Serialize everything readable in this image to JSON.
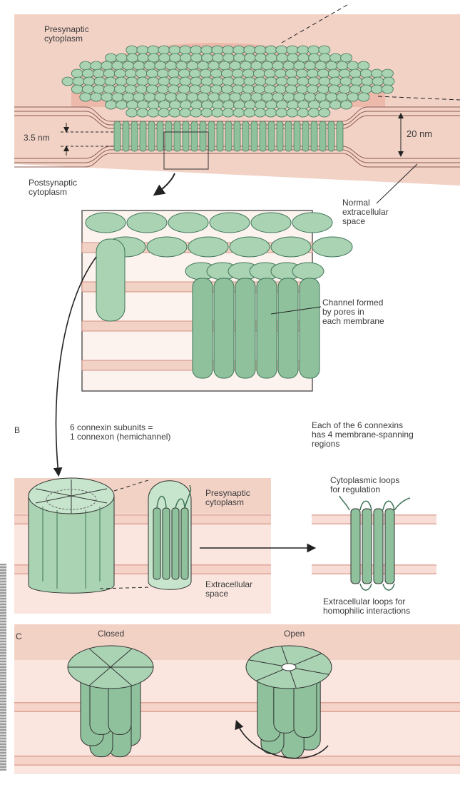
{
  "colors": {
    "pink": "#f3d2c6",
    "pink_dark": "#e7a898",
    "membrane_line": "#c97f72",
    "green": "#a9d3b3",
    "green_mid": "#8ec19c",
    "green_dark": "#3f7458",
    "outline": "#333333"
  },
  "panel_a": {
    "presynaptic_label": "Presynaptic\ncytoplasm",
    "postsynaptic_label": "Postsynaptic\ncytoplasm",
    "gap_label": "3.5 nm",
    "space_label": "20 nm",
    "normal_space_label": "Normal\nextracellular\nspace",
    "channel_label": "Channel formed\nby pores in\neach membrane"
  },
  "panel_b": {
    "letter": "B",
    "connexin_label": "6 connexin subunits =\n1 connexon (hemichannel)",
    "spanning_label": "Each of the 6 connexins\nhas 4 membrane-spanning\nregions",
    "presynaptic_label": "Presynaptic\ncytoplasm",
    "extracellular_label": "Extracellular\nspace",
    "cyto_loops_label": "Cytoplasmic loops\nfor regulation",
    "extra_loops_label": "Extracellular loops for\nhomophilic interactions"
  },
  "panel_c": {
    "letter": "C",
    "closed_label": "Closed",
    "open_label": "Open"
  }
}
